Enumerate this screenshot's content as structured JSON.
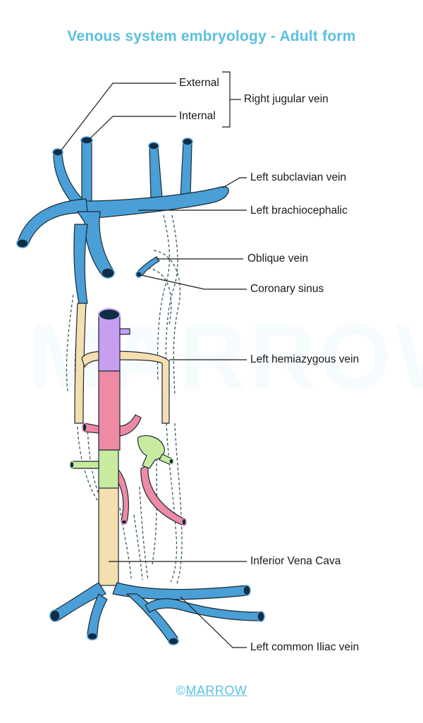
{
  "title": "Venous system embryology - Adult form",
  "watermark": "MARROW",
  "logo": {
    "symbol": "©",
    "text": "MARROW"
  },
  "labels": {
    "external": "External",
    "internal": "Internal",
    "right_jugular": "Right jugular vein",
    "left_subclavian": "Left subclavian vein",
    "left_brachiocephalic": "Left brachiocephalic",
    "oblique_vein": "Oblique vein",
    "coronary_sinus": "Coronary sinus",
    "left_hemiazygous": "Left hemiazygous vein",
    "ivc": "Inferior Vena Cava",
    "left_common_iliac": "Left common Iliac vein"
  },
  "colors": {
    "title": "#5bc0de",
    "vein_blue": "#4a9fd6",
    "vein_outline": "#1a2a36",
    "vessel_end": "#0f2d44",
    "cardinal_yellow": "#f5deb0",
    "hepatic_purple": "#c89ef0",
    "renal_pink": "#ee8aa4",
    "supracardinal_green": "#c8eba0",
    "regressed_dashed": "#3a5a66"
  }
}
